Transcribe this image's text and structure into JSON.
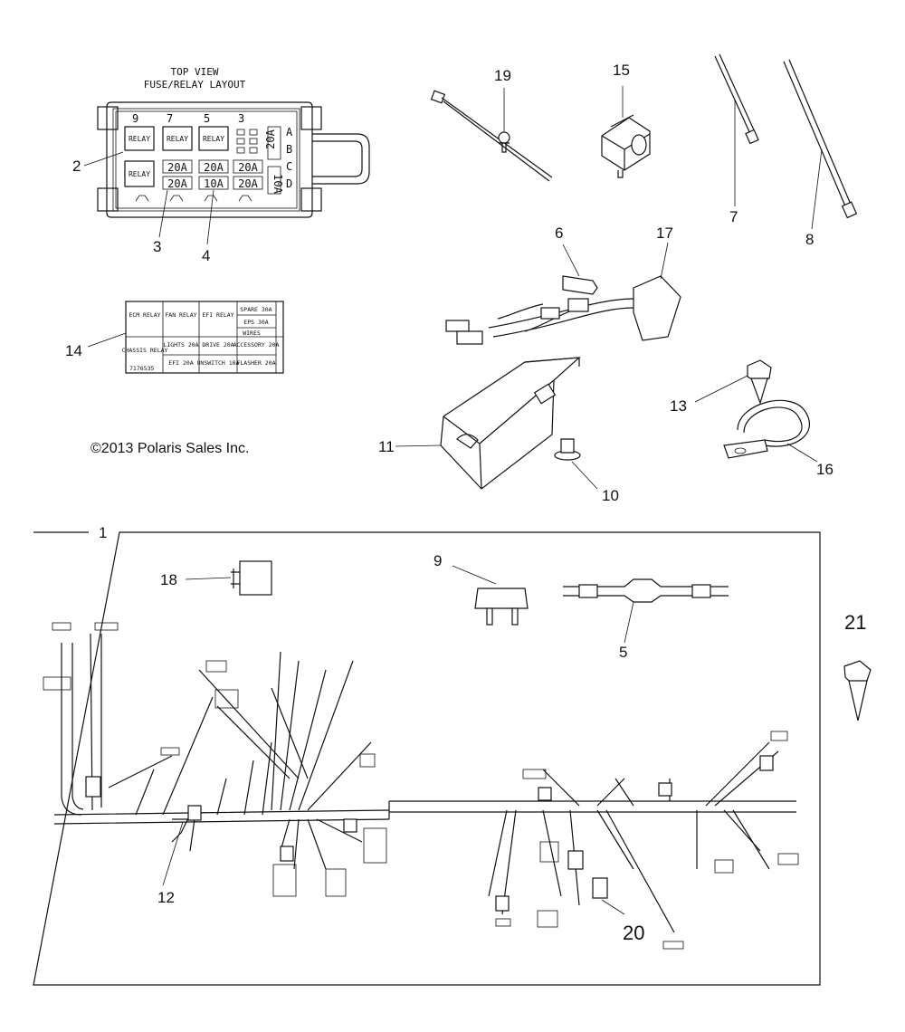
{
  "fuse_box": {
    "heading_line1": "TOP VIEW",
    "heading_line2": "FUSE/RELAY LAYOUT",
    "top_numbers": [
      "9",
      "7",
      "5",
      "3"
    ],
    "row_letters": [
      "A",
      "B",
      "C",
      "D"
    ],
    "relay_label": "RELAY",
    "fuses_row1": [
      "20A",
      "20A",
      "20A"
    ],
    "fuses_row2": [
      "20A",
      "10A",
      "20A"
    ],
    "side_fuse_a": "20A",
    "side_fuse_b": "10A"
  },
  "legend_card": {
    "ecm": "ECM RELAY",
    "fan": "FAN RELAY",
    "efi": "EFI RELAY",
    "spare": "SPARE 30A",
    "eps": "EPS 30A",
    "wires": "WIRES",
    "chassis": "CHASSIS RELAY",
    "lights": "LIGHTS 20A",
    "drive": "DRIVE 20A",
    "accessory": "ACCESSORY 20A",
    "efi_fuse": "EFI 20A",
    "unswitch": "UNSWITCH 10A",
    "flasher": "FLASHER 20A",
    "part_no": "7176535"
  },
  "copyright": "©2013 Polaris Sales Inc.",
  "callouts": {
    "c1": "1",
    "c2": "2",
    "c3": "3",
    "c4": "4",
    "c5": "5",
    "c6": "6",
    "c7": "7",
    "c8": "8",
    "c9": "9",
    "c10": "10",
    "c11": "11",
    "c12": "12",
    "c13": "13",
    "c14": "14",
    "c15": "15",
    "c16": "16",
    "c17": "17",
    "c18": "18",
    "c19": "19",
    "c20": "20",
    "c21": "21"
  }
}
